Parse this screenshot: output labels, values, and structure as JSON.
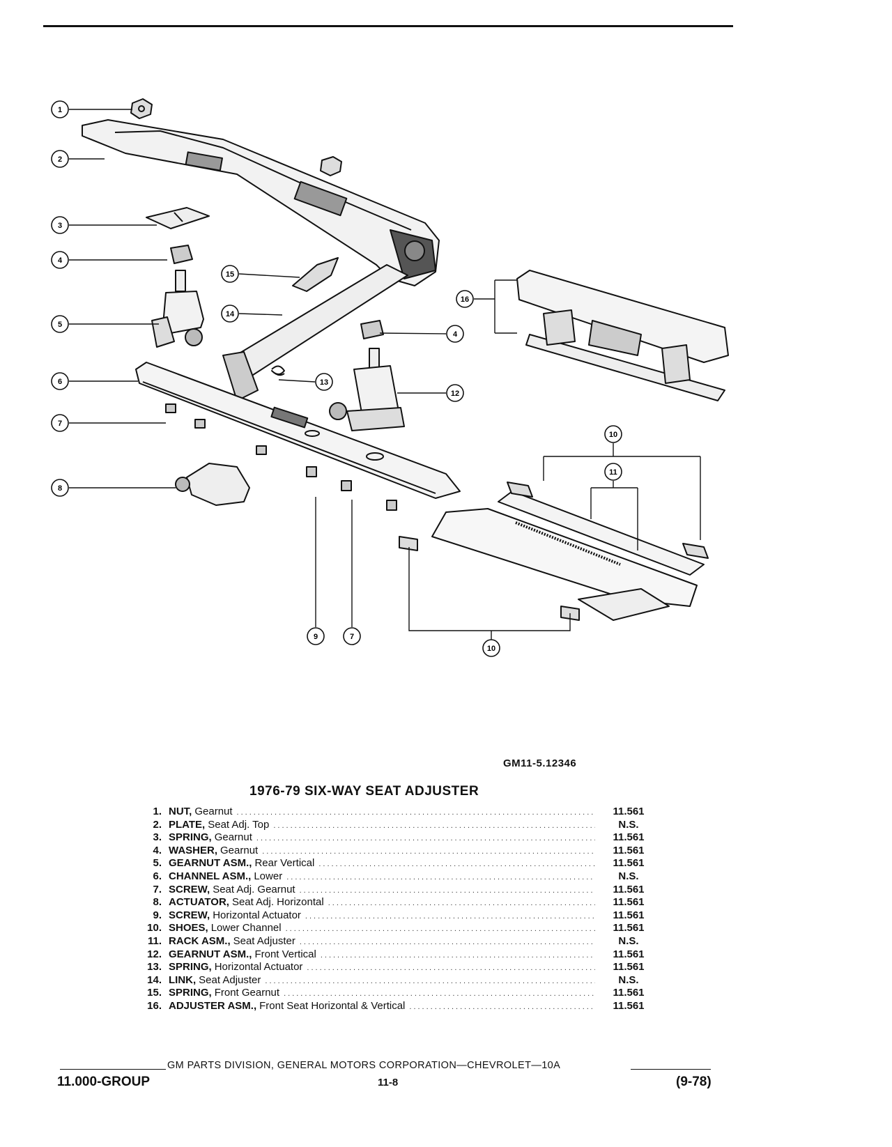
{
  "figure": {
    "id": "GM11-5.12346",
    "callout_labels": [
      "1",
      "2",
      "3",
      "4",
      "5",
      "6",
      "7",
      "8",
      "9",
      "7",
      "10",
      "4",
      "12",
      "13",
      "14",
      "15",
      "16",
      "10",
      "11"
    ]
  },
  "title": "1976-79 SIX-WAY SEAT ADJUSTER",
  "parts": [
    {
      "num": "1.",
      "name": "NUT,",
      "desc": "Gearnut",
      "code": "11.561"
    },
    {
      "num": "2.",
      "name": "PLATE,",
      "desc": "Seat Adj. Top",
      "code": "N.S."
    },
    {
      "num": "3.",
      "name": "SPRING,",
      "desc": "Gearnut",
      "code": "11.561"
    },
    {
      "num": "4.",
      "name": "WASHER,",
      "desc": "Gearnut",
      "code": "11.561"
    },
    {
      "num": "5.",
      "name": "GEARNUT ASM.,",
      "desc": "Rear Vertical",
      "code": "11.561"
    },
    {
      "num": "6.",
      "name": "CHANNEL ASM.,",
      "desc": "Lower",
      "code": "N.S."
    },
    {
      "num": "7.",
      "name": "SCREW,",
      "desc": "Seat Adj. Gearnut",
      "code": "11.561"
    },
    {
      "num": "8.",
      "name": "ACTUATOR,",
      "desc": "Seat Adj. Horizontal",
      "code": "11.561"
    },
    {
      "num": "9.",
      "name": "SCREW,",
      "desc": "Horizontal Actuator",
      "code": "11.561"
    },
    {
      "num": "10.",
      "name": "SHOES,",
      "desc": "Lower Channel",
      "code": "11.561"
    },
    {
      "num": "11.",
      "name": "RACK ASM.,",
      "desc": "Seat Adjuster",
      "code": "N.S."
    },
    {
      "num": "12.",
      "name": "GEARNUT ASM.,",
      "desc": "Front Vertical",
      "code": "11.561"
    },
    {
      "num": "13.",
      "name": "SPRING,",
      "desc": "Horizontal Actuator",
      "code": "11.561"
    },
    {
      "num": "14.",
      "name": "LINK,",
      "desc": "Seat Adjuster",
      "code": "N.S."
    },
    {
      "num": "15.",
      "name": "SPRING,",
      "desc": "Front Gearnut",
      "code": "11.561"
    },
    {
      "num": "16.",
      "name": "ADJUSTER ASM.,",
      "desc": "Front Seat Horizontal & Vertical",
      "code": "11.561"
    }
  ],
  "footer": {
    "text": "GM PARTS DIVISION, GENERAL MOTORS CORPORATION—CHEVROLET—10A",
    "group": "11.000-GROUP",
    "page": "11-8",
    "date": "(9-78)"
  }
}
